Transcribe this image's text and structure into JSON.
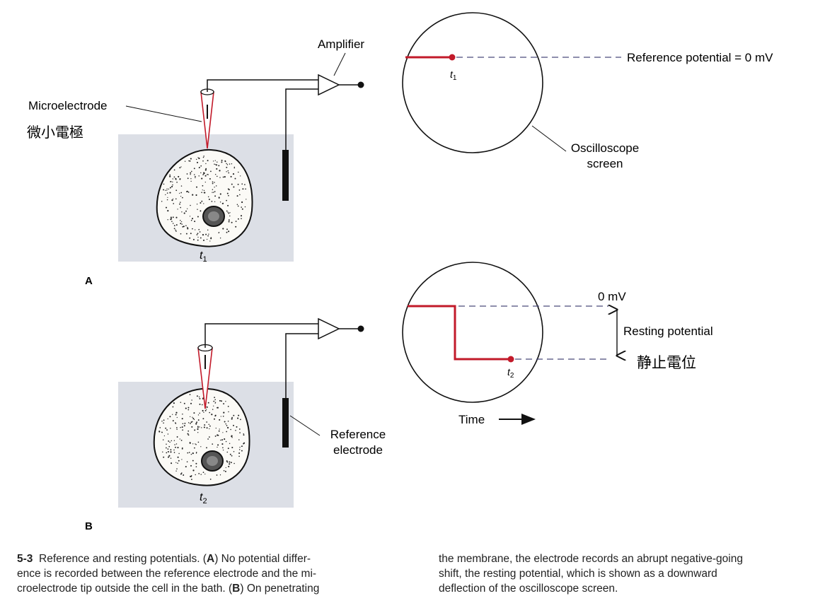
{
  "panel_a": {
    "letter": "A",
    "amplifier_label": "Amplifier",
    "microelectrode_label": "Microelectrode",
    "microelectrode_label_cjk": "微小電極",
    "time_label": "t",
    "time_sub": "1",
    "reference_potential_label": "Reference potential = 0 mV",
    "oscilloscope_label_line1": "Oscilloscope",
    "oscilloscope_label_line2": "screen",
    "screen_time_label": "t",
    "screen_time_sub": "1"
  },
  "panel_b": {
    "letter": "B",
    "zero_mv_label": "0 mV",
    "resting_potential_label": "Resting potential",
    "resting_potential_label_cjk": "静止電位",
    "reference_electrode_line1": "Reference",
    "reference_electrode_line2": "electrode",
    "time_axis_label": "Time",
    "time_label": "t",
    "time_sub": "2",
    "screen_time_label": "t",
    "screen_time_sub": "2"
  },
  "caption": {
    "figure_number": "5-3",
    "left_line1_a": "Reference and resting potentials. (",
    "left_line1_bold": "A",
    "left_line1_b": ") No potential differ-",
    "left_line2": "ence is recorded between the reference electrode and the mi-",
    "left_line3_a": "croelectrode tip outside the cell in the bath. (",
    "left_line3_bold": "B",
    "left_line3_b": ") On penetrating",
    "right_line1": "the membrane, the electrode records an abrupt negative-going",
    "right_line2": "shift, the resting potential, which is shown as a downward",
    "right_line3": "deflection of the oscilloscope screen."
  },
  "colors": {
    "trace": "#c21a2a",
    "bath": "#dcdfe6",
    "ink": "#111111",
    "dashed": "#4a4a7a"
  }
}
